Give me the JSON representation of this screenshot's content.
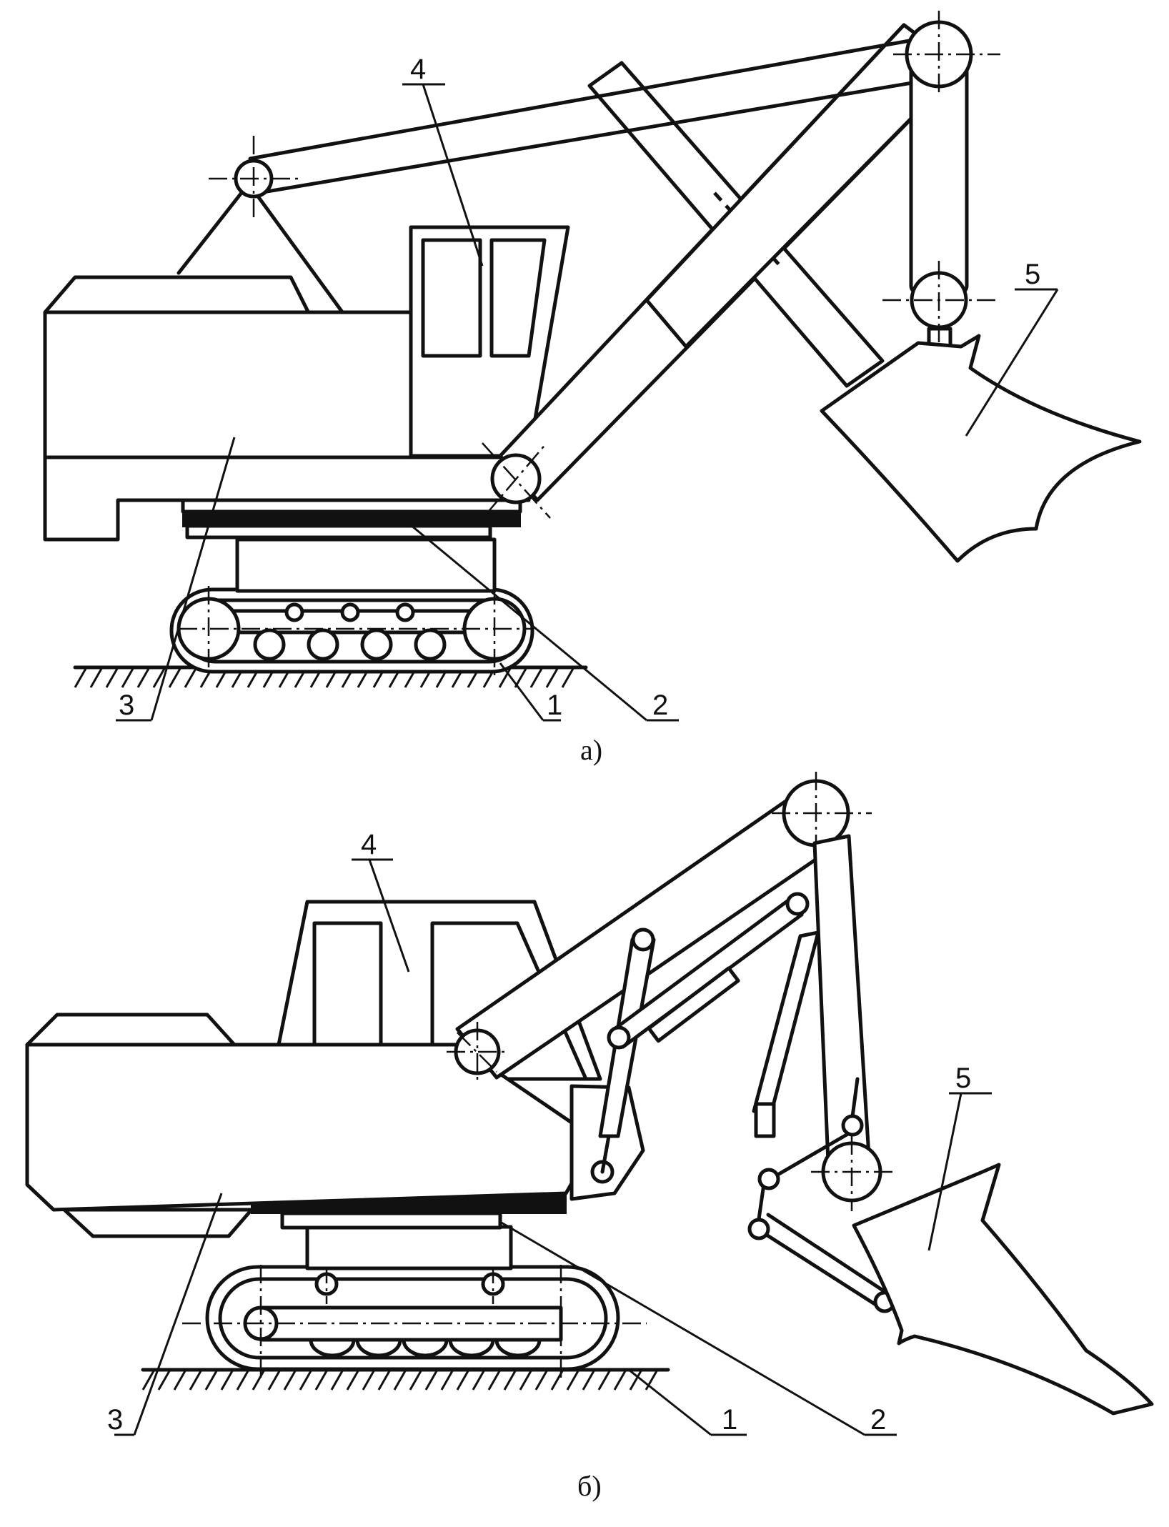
{
  "figure_a": {
    "caption": "а)",
    "labels": {
      "track": "1",
      "turntable": "2",
      "platform": "3",
      "cab": "4",
      "bucket": "5"
    }
  },
  "figure_b": {
    "caption": "б)",
    "labels": {
      "track": "1",
      "turntable": "2",
      "platform": "3",
      "cab": "4",
      "bucket": "5"
    }
  },
  "colors": {
    "ink": "#111111",
    "paper": "#ffffff"
  }
}
